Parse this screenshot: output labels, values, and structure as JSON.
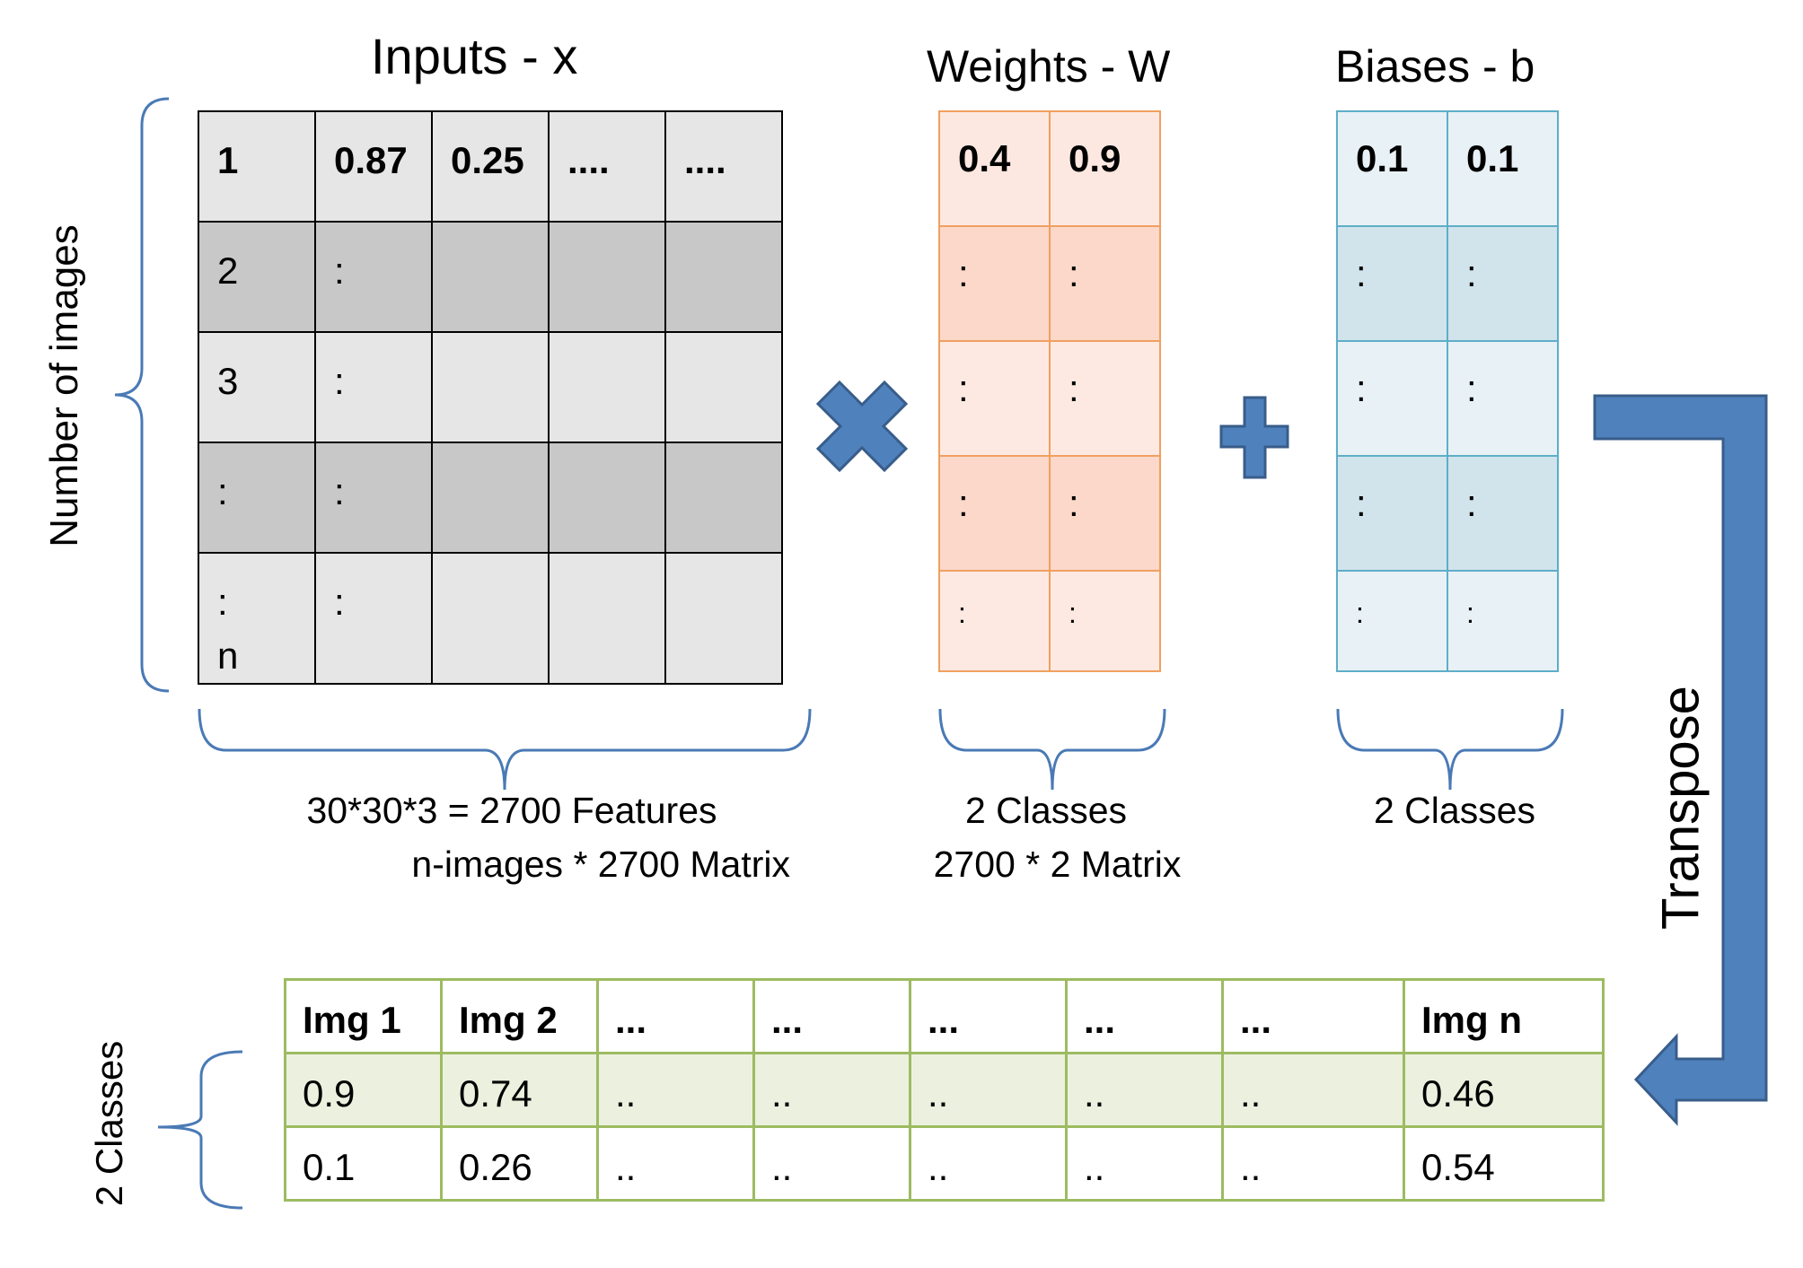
{
  "inputs": {
    "title": "Inputs - x",
    "side_label": "Number of images",
    "rows": [
      [
        "1",
        "0.87",
        "0.25",
        "....",
        "...."
      ],
      [
        "2",
        ":",
        "",
        "",
        ""
      ],
      [
        "3",
        ":",
        "",
        "",
        ""
      ],
      [
        ":",
        ":",
        "",
        "",
        ""
      ],
      [
        ":\nn",
        ":",
        "",
        "",
        ""
      ]
    ],
    "caption_line1": "30*30*3 = 2700 Features",
    "caption_line2": "n-images * 2700 Matrix"
  },
  "weights": {
    "title": "Weights - W",
    "rows": [
      [
        "0.4",
        "0.9"
      ],
      [
        ":",
        ":"
      ],
      [
        ":",
        ":"
      ],
      [
        ":",
        ":"
      ],
      [
        ":",
        ":"
      ]
    ],
    "caption_line1": "2 Classes",
    "caption_line2": "2700 * 2 Matrix"
  },
  "biases": {
    "title": "Biases - b",
    "rows": [
      [
        "0.1",
        "0.1"
      ],
      [
        ":",
        ":"
      ],
      [
        ":",
        ":"
      ],
      [
        ":",
        ":"
      ],
      [
        ":",
        ":"
      ]
    ],
    "caption_line1": "2 Classes"
  },
  "operators": {
    "multiply_icon": "multiply-cross-icon",
    "plus_icon": "plus-icon"
  },
  "transpose": {
    "label": "Transpose",
    "arrow_icon": "bent-arrow-icon"
  },
  "output": {
    "side_label": "2 Classes",
    "header": [
      "Img 1",
      "Img 2",
      "...",
      "...",
      "...",
      "...",
      "...",
      "Img n"
    ],
    "rows": [
      [
        "0.9",
        "0.74",
        "..",
        "..",
        "..",
        "..",
        "..",
        "0.46"
      ],
      [
        "0.1",
        "0.26",
        "..",
        "..",
        "..",
        "..",
        "..",
        "0.54"
      ]
    ]
  },
  "colors": {
    "arrow_blue": "#4f81bd",
    "brace_blue": "#4a7ab5",
    "weights_border": "#f0a060",
    "biases_border": "#5eaec8",
    "output_border": "#9dbb61"
  }
}
